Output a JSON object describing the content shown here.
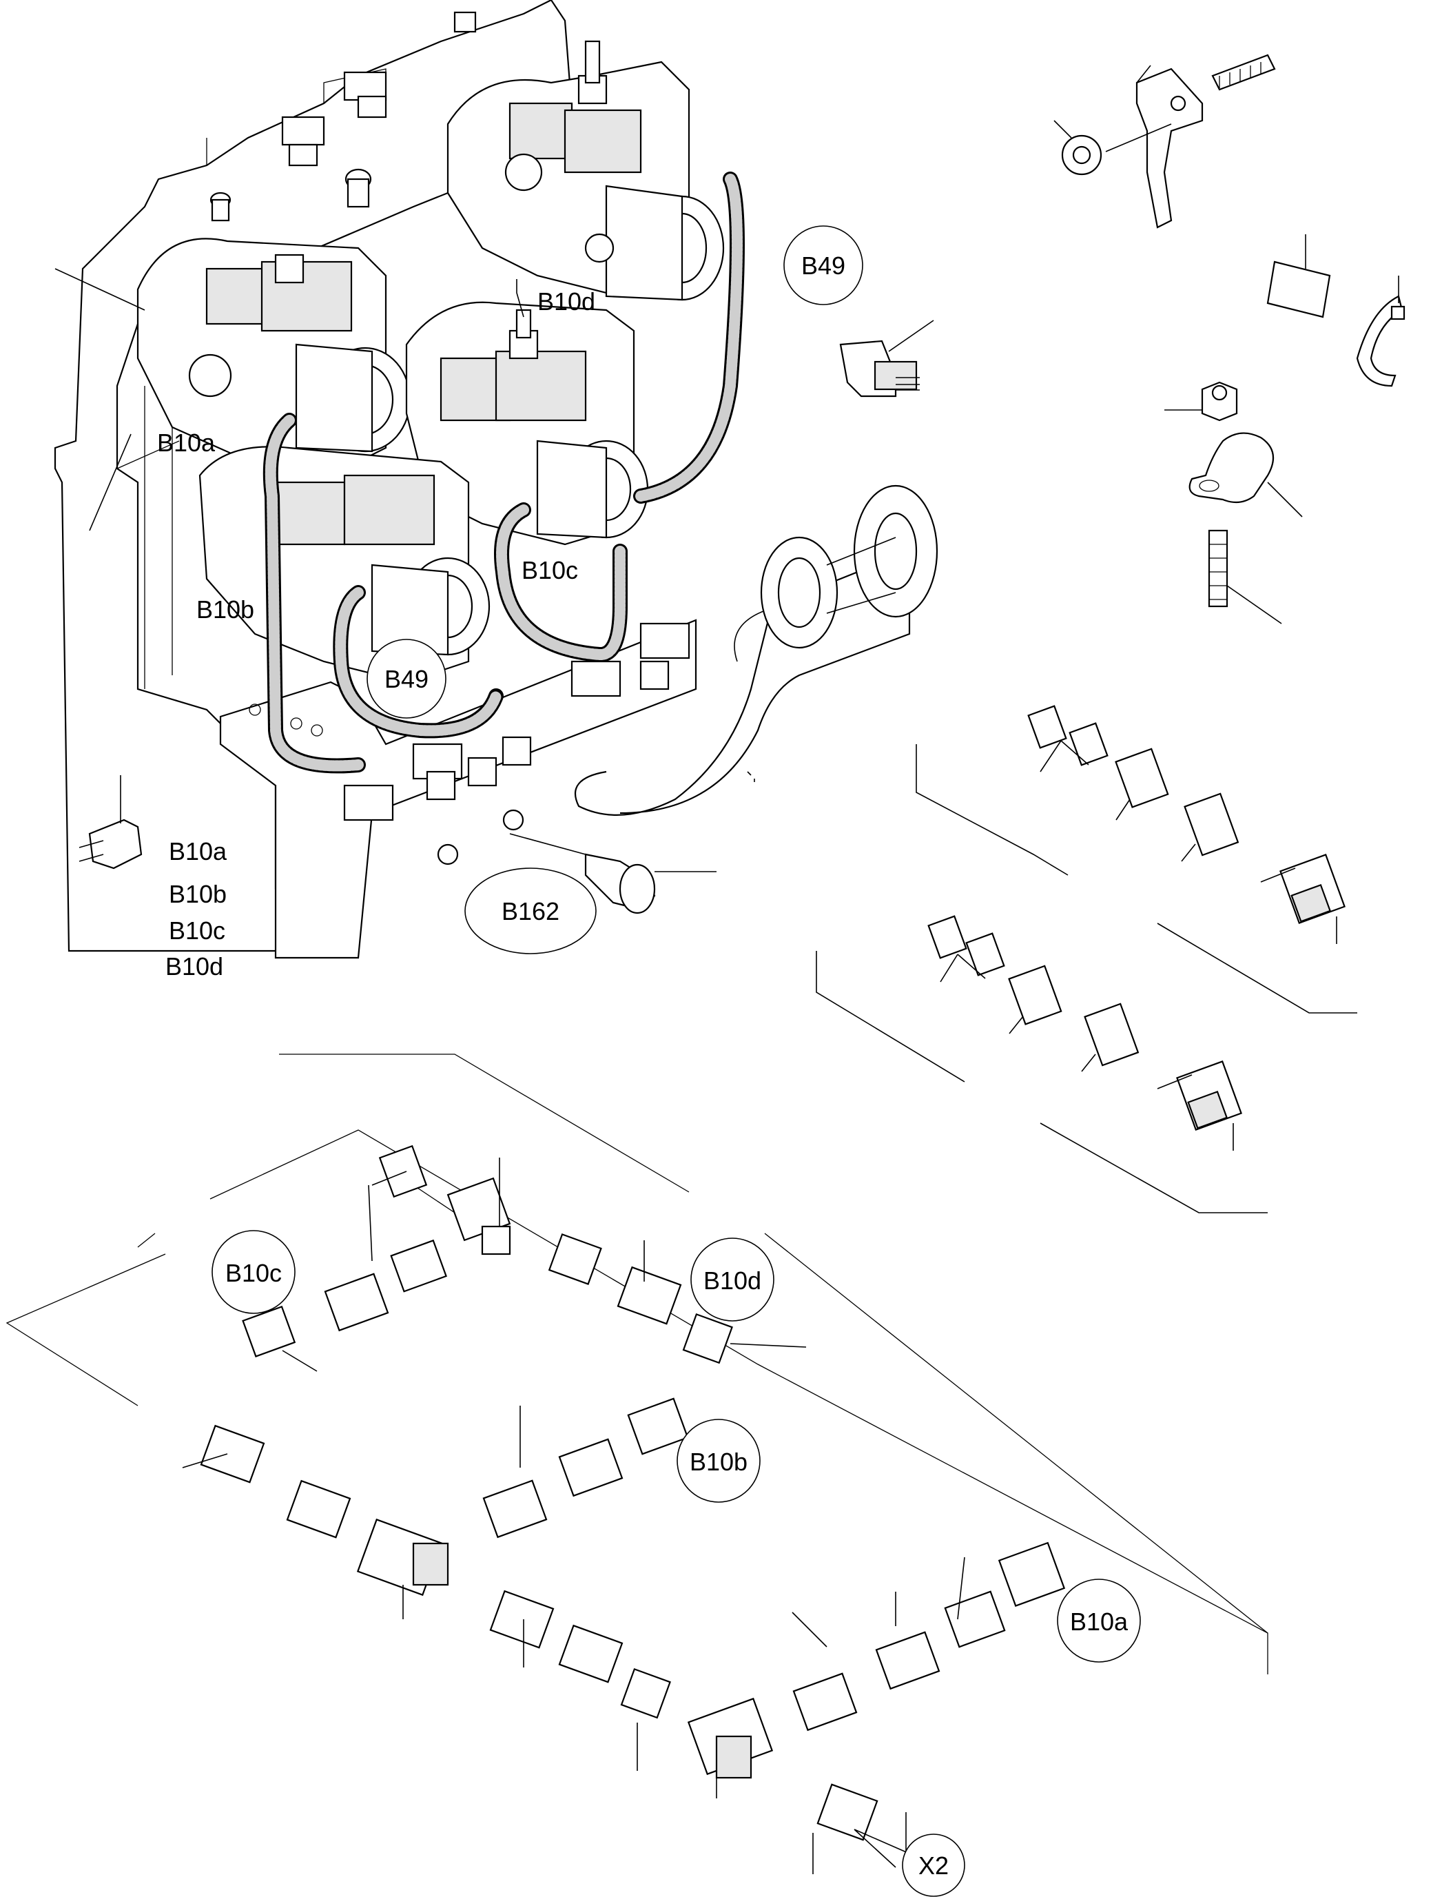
{
  "callouts": {
    "b49_top": "B49",
    "b49_mid": "B49",
    "b10d_top": "B10d",
    "b10a_top": "B10a",
    "b10c_top": "B10c",
    "b10b_top": "B10b",
    "b162": "B162",
    "list": [
      "B10a",
      "B10b",
      "B10c",
      "B10d"
    ],
    "b10c_low": "B10c",
    "b10d_low": "B10d",
    "b10b_low": "B10b",
    "b10a_low": "B10a",
    "x2": "X2"
  }
}
